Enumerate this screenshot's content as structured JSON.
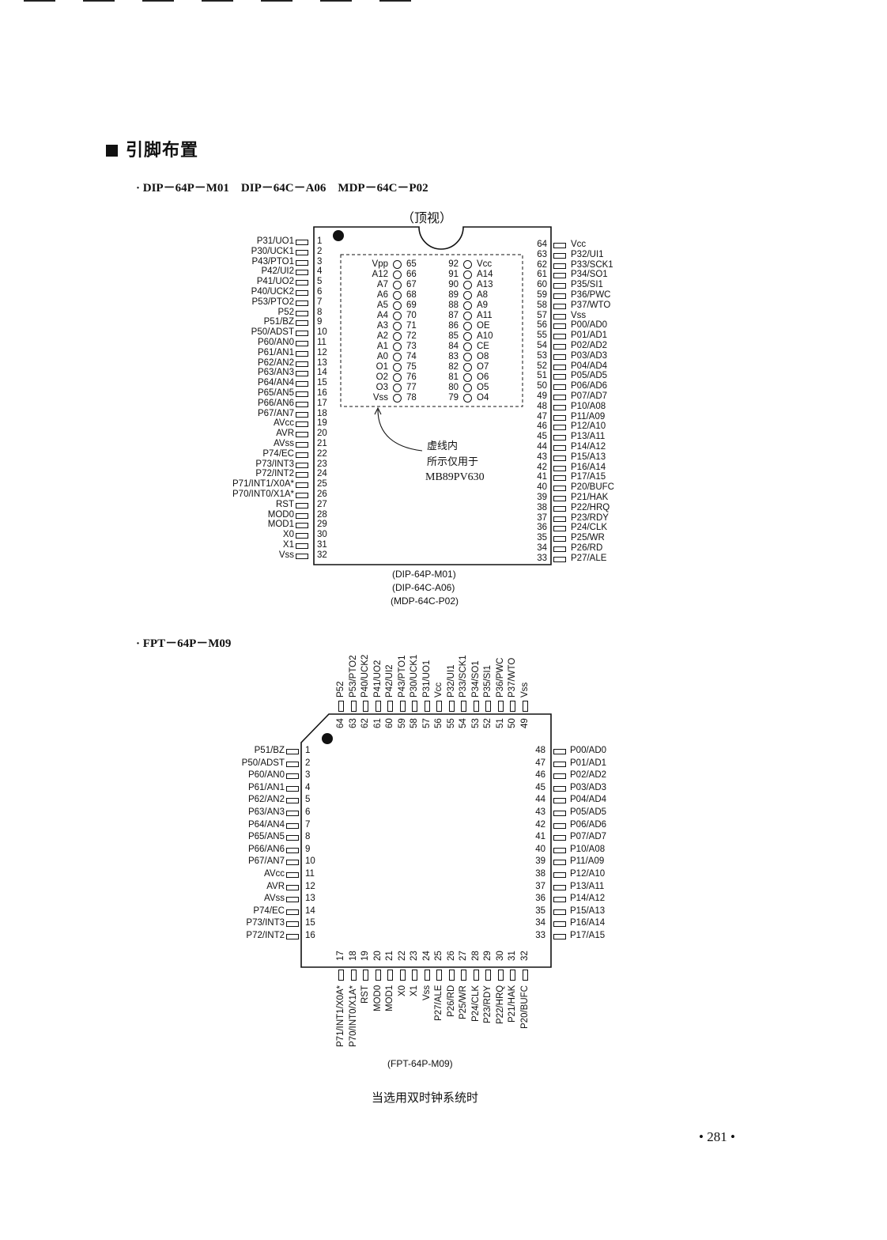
{
  "section_title": "引脚布置",
  "dip": {
    "subtitle": "DIP－64P－M01　DIP－64C－A06　MDP－64C－P02",
    "view_label": "（顶视）",
    "left_pins": [
      {
        "n": "1",
        "label": "P31/UO1"
      },
      {
        "n": "2",
        "label": "P30/UCK1"
      },
      {
        "n": "3",
        "label": "P43/PTO1"
      },
      {
        "n": "4",
        "label": "P42/UI2"
      },
      {
        "n": "5",
        "label": "P41/UO2"
      },
      {
        "n": "6",
        "label": "P40/UCK2"
      },
      {
        "n": "7",
        "label": "P53/PTO2"
      },
      {
        "n": "8",
        "label": "P52"
      },
      {
        "n": "9",
        "label": "P51/BZ"
      },
      {
        "n": "10",
        "label": "P50/ADST"
      },
      {
        "n": "11",
        "label": "P60/AN0"
      },
      {
        "n": "12",
        "label": "P61/AN1"
      },
      {
        "n": "13",
        "label": "P62/AN2"
      },
      {
        "n": "14",
        "label": "P63/AN3"
      },
      {
        "n": "15",
        "label": "P64/AN4"
      },
      {
        "n": "16",
        "label": "P65/AN5"
      },
      {
        "n": "17",
        "label": "P66/AN6"
      },
      {
        "n": "18",
        "label": "P67/AN7"
      },
      {
        "n": "19",
        "label": "AVcc"
      },
      {
        "n": "20",
        "label": "AVR"
      },
      {
        "n": "21",
        "label": "AVss"
      },
      {
        "n": "22",
        "label": "P74/EC"
      },
      {
        "n": "23",
        "label": "P73/INT3"
      },
      {
        "n": "24",
        "label": "P72/INT2"
      },
      {
        "n": "25",
        "label": "P71/INT1/X0A*"
      },
      {
        "n": "26",
        "label": "P70/INT0/X1A*"
      },
      {
        "n": "27",
        "label": "RST"
      },
      {
        "n": "28",
        "label": "MOD0"
      },
      {
        "n": "29",
        "label": "MOD1"
      },
      {
        "n": "30",
        "label": "X0"
      },
      {
        "n": "31",
        "label": "X1"
      },
      {
        "n": "32",
        "label": "Vss"
      }
    ],
    "right_pins": [
      {
        "n": "64",
        "label": "Vcc"
      },
      {
        "n": "63",
        "label": "P32/UI1"
      },
      {
        "n": "62",
        "label": "P33/SCK1"
      },
      {
        "n": "61",
        "label": "P34/SO1"
      },
      {
        "n": "60",
        "label": "P35/SI1"
      },
      {
        "n": "59",
        "label": "P36/PWC"
      },
      {
        "n": "58",
        "label": "P37/WTO"
      },
      {
        "n": "57",
        "label": "Vss"
      },
      {
        "n": "56",
        "label": "P00/AD0"
      },
      {
        "n": "55",
        "label": "P01/AD1"
      },
      {
        "n": "54",
        "label": "P02/AD2"
      },
      {
        "n": "53",
        "label": "P03/AD3"
      },
      {
        "n": "52",
        "label": "P04/AD4"
      },
      {
        "n": "51",
        "label": "P05/AD5"
      },
      {
        "n": "50",
        "label": "P06/AD6"
      },
      {
        "n": "49",
        "label": "P07/AD7"
      },
      {
        "n": "48",
        "label": "P10/A08"
      },
      {
        "n": "47",
        "label": "P11/A09"
      },
      {
        "n": "46",
        "label": "P12/A10"
      },
      {
        "n": "45",
        "label": "P13/A11"
      },
      {
        "n": "44",
        "label": "P14/A12"
      },
      {
        "n": "43",
        "label": "P15/A13"
      },
      {
        "n": "42",
        "label": "P16/A14"
      },
      {
        "n": "41",
        "label": "P17/A15"
      },
      {
        "n": "40",
        "label": "P20/BUFC"
      },
      {
        "n": "39",
        "label": "P21/HAK"
      },
      {
        "n": "38",
        "label": "P22/HRQ"
      },
      {
        "n": "37",
        "label": "P23/RDY"
      },
      {
        "n": "36",
        "label": "P24/CLK"
      },
      {
        "n": "35",
        "label": "P25/WR"
      },
      {
        "n": "34",
        "label": "P26/RD"
      },
      {
        "n": "33",
        "label": "P27/ALE"
      }
    ],
    "eprom_left": [
      {
        "label": "Vpp",
        "n": "65"
      },
      {
        "label": "A12",
        "n": "66"
      },
      {
        "label": "A7",
        "n": "67"
      },
      {
        "label": "A6",
        "n": "68"
      },
      {
        "label": "A5",
        "n": "69"
      },
      {
        "label": "A4",
        "n": "70"
      },
      {
        "label": "A3",
        "n": "71"
      },
      {
        "label": "A2",
        "n": "72"
      },
      {
        "label": "A1",
        "n": "73"
      },
      {
        "label": "A0",
        "n": "74"
      },
      {
        "label": "O1",
        "n": "75"
      },
      {
        "label": "O2",
        "n": "76"
      },
      {
        "label": "O3",
        "n": "77"
      },
      {
        "label": "Vss",
        "n": "78"
      }
    ],
    "eprom_right": [
      {
        "n": "92",
        "label": "Vcc"
      },
      {
        "n": "91",
        "label": "A14"
      },
      {
        "n": "90",
        "label": "A13"
      },
      {
        "n": "89",
        "label": "A8"
      },
      {
        "n": "88",
        "label": "A9"
      },
      {
        "n": "87",
        "label": "A11"
      },
      {
        "n": "86",
        "label": "OE"
      },
      {
        "n": "85",
        "label": "A10"
      },
      {
        "n": "84",
        "label": "CE"
      },
      {
        "n": "83",
        "label": "O8"
      },
      {
        "n": "82",
        "label": "O7"
      },
      {
        "n": "81",
        "label": "O6"
      },
      {
        "n": "80",
        "label": "O5"
      },
      {
        "n": "79",
        "label": "O4"
      }
    ],
    "note_line1": "虚线内",
    "note_line2": "所示仅用于",
    "note_line3": "MB89PV630",
    "package_line1": "(DIP-64P-M01)",
    "package_line2": "(DIP-64C-A06)",
    "package_line3": "(MDP-64C-P02)"
  },
  "fpt": {
    "subtitle": "FPT－64P－M09",
    "left_pins": [
      {
        "n": "1",
        "label": "P51/BZ"
      },
      {
        "n": "2",
        "label": "P50/ADST"
      },
      {
        "n": "3",
        "label": "P60/AN0"
      },
      {
        "n": "4",
        "label": "P61/AN1"
      },
      {
        "n": "5",
        "label": "P62/AN2"
      },
      {
        "n": "6",
        "label": "P63/AN3"
      },
      {
        "n": "7",
        "label": "P64/AN4"
      },
      {
        "n": "8",
        "label": "P65/AN5"
      },
      {
        "n": "9",
        "label": "P66/AN6"
      },
      {
        "n": "10",
        "label": "P67/AN7"
      },
      {
        "n": "11",
        "label": "AVcc"
      },
      {
        "n": "12",
        "label": "AVR"
      },
      {
        "n": "13",
        "label": "AVss"
      },
      {
        "n": "14",
        "label": "P74/EC"
      },
      {
        "n": "15",
        "label": "P73/INT3"
      },
      {
        "n": "16",
        "label": "P72/INT2"
      }
    ],
    "right_pins": [
      {
        "n": "48",
        "label": "P00/AD0"
      },
      {
        "n": "47",
        "label": "P01/AD1"
      },
      {
        "n": "46",
        "label": "P02/AD2"
      },
      {
        "n": "45",
        "label": "P03/AD3"
      },
      {
        "n": "44",
        "label": "P04/AD4"
      },
      {
        "n": "43",
        "label": "P05/AD5"
      },
      {
        "n": "42",
        "label": "P06/AD6"
      },
      {
        "n": "41",
        "label": "P07/AD7"
      },
      {
        "n": "40",
        "label": "P10/A08"
      },
      {
        "n": "39",
        "label": "P11/A09"
      },
      {
        "n": "38",
        "label": "P12/A10"
      },
      {
        "n": "37",
        "label": "P13/A11"
      },
      {
        "n": "36",
        "label": "P14/A12"
      },
      {
        "n": "35",
        "label": "P15/A13"
      },
      {
        "n": "34",
        "label": "P16/A14"
      },
      {
        "n": "33",
        "label": "P17/A15"
      }
    ],
    "top_pins": [
      {
        "n": "64",
        "label": "P52"
      },
      {
        "n": "63",
        "label": "P53/PTO2"
      },
      {
        "n": "62",
        "label": "P40/UCK2"
      },
      {
        "n": "61",
        "label": "P41/UO2"
      },
      {
        "n": "60",
        "label": "P42/UI2"
      },
      {
        "n": "59",
        "label": "P43/PTO1"
      },
      {
        "n": "58",
        "label": "P30/UCK1"
      },
      {
        "n": "57",
        "label": "P31/UO1"
      },
      {
        "n": "56",
        "label": "Vcc"
      },
      {
        "n": "55",
        "label": "P32/UI1"
      },
      {
        "n": "54",
        "label": "P33/SCK1"
      },
      {
        "n": "53",
        "label": "P34/SO1"
      },
      {
        "n": "52",
        "label": "P35/SI1"
      },
      {
        "n": "51",
        "label": "P36/PWC"
      },
      {
        "n": "50",
        "label": "P37/WTO"
      },
      {
        "n": "49",
        "label": "Vss"
      }
    ],
    "bottom_pins": [
      {
        "n": "17",
        "label": "P71/INT1/X0A*"
      },
      {
        "n": "18",
        "label": "P70/INT0/X1A*"
      },
      {
        "n": "19",
        "label": "RST"
      },
      {
        "n": "20",
        "label": "MOD0"
      },
      {
        "n": "21",
        "label": "MOD1"
      },
      {
        "n": "22",
        "label": "X0"
      },
      {
        "n": "23",
        "label": "X1"
      },
      {
        "n": "24",
        "label": "Vss"
      },
      {
        "n": "25",
        "label": "P27/ALE"
      },
      {
        "n": "26",
        "label": "P26/RD"
      },
      {
        "n": "27",
        "label": "P25/WR"
      },
      {
        "n": "28",
        "label": "P24/CLK"
      },
      {
        "n": "29",
        "label": "P23/RDY"
      },
      {
        "n": "30",
        "label": "P22/HRQ"
      },
      {
        "n": "31",
        "label": "P21/HAK"
      },
      {
        "n": "32",
        "label": "P20/BUFC"
      }
    ],
    "package_label": "(FPT-64P-M09)",
    "caption": "当选用双时钟系统时"
  },
  "page_number": "• 281 •"
}
